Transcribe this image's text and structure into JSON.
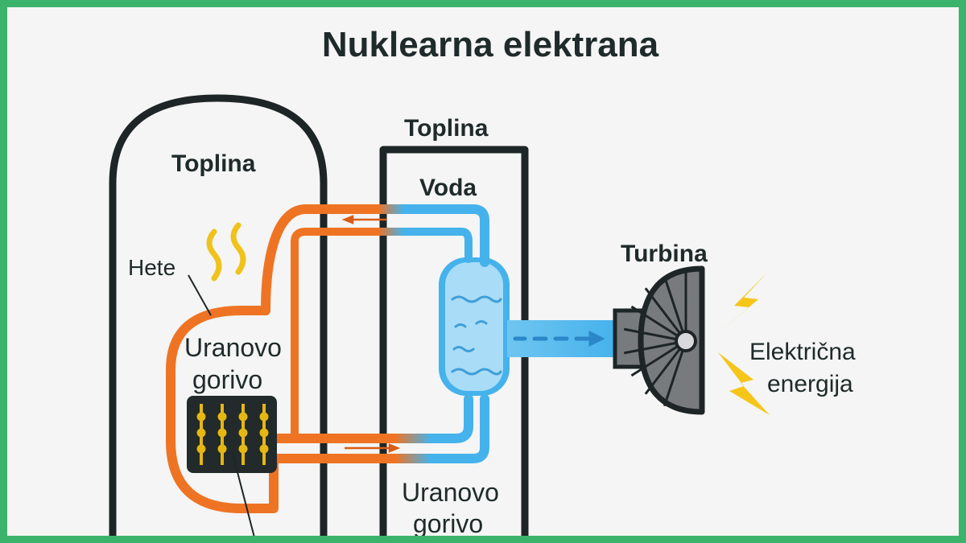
{
  "title": "Nuklearna elektrana",
  "labels": {
    "reactor_heat": "Toplina",
    "exchanger_heat": "Toplina",
    "water": "Voda",
    "heat_source": "Hete",
    "fuel_line1": "Uranovo",
    "fuel_line2": "gorivo",
    "bottom_fuel_line1": "Uranovo",
    "bottom_fuel_line2": "gorivo",
    "turbine": "Turbina",
    "electric_line1": "Električna",
    "electric_line2": "energija"
  },
  "colors": {
    "outline": "#1e2526",
    "hot_loop": "#ee7424",
    "cold_loop": "#45b2ec",
    "water_fill": "#a9dcf7",
    "fuel_block": "#232a2b",
    "fuel_rod": "#e4b712",
    "heat_wave": "#f0c21c",
    "turbine": "#777b7d",
    "lightning": "#f5c518",
    "border": "#3bb36a"
  }
}
